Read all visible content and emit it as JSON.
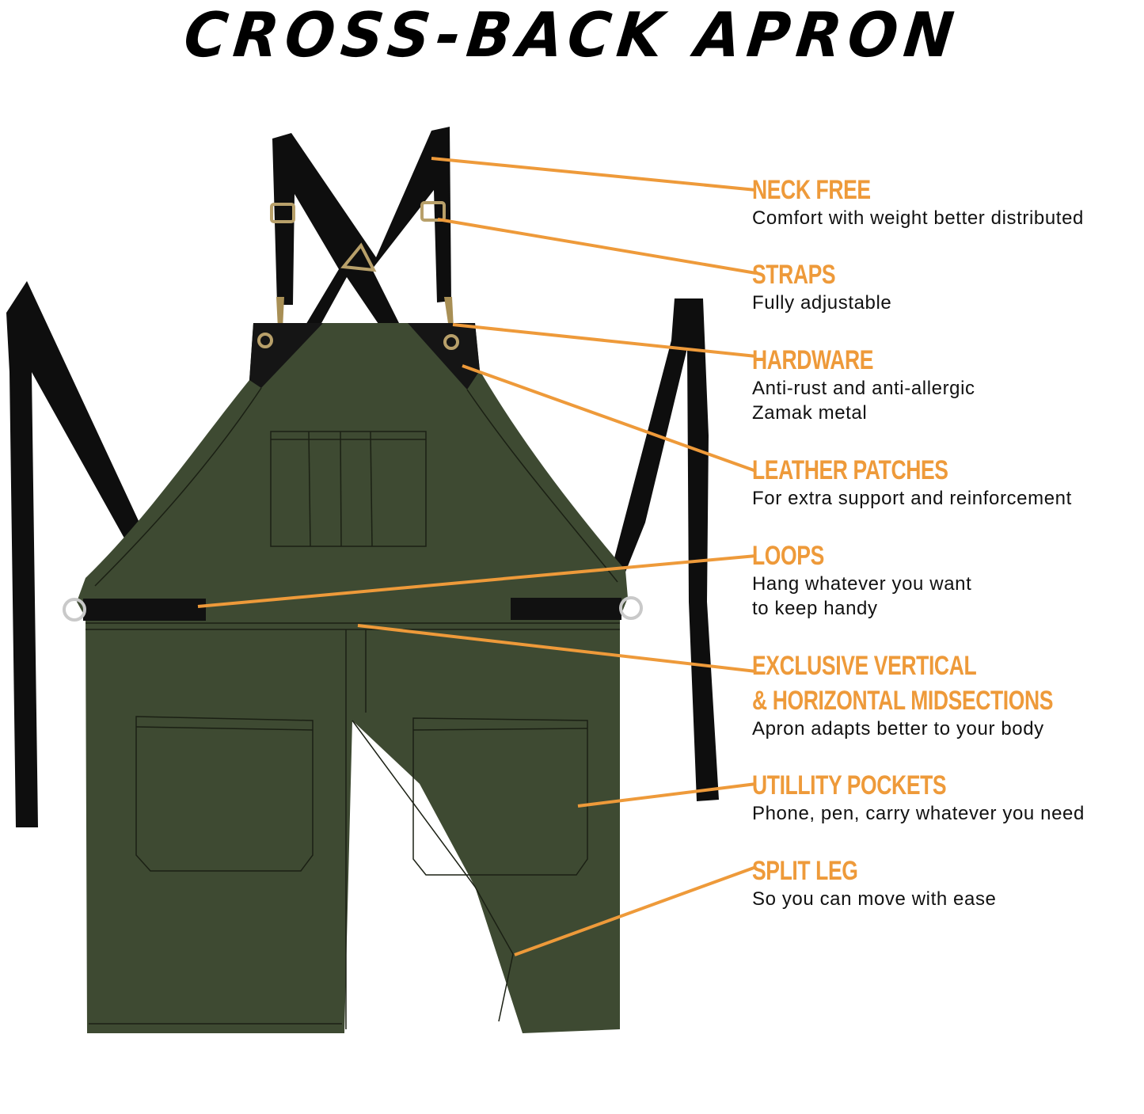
{
  "title": "CROSS-BACK APRON",
  "colors": {
    "accent_orange": "#EE9A3A",
    "apron_green": "#3E4A32",
    "strap_black": "#0E0E0E",
    "hardware_brass": "#B8A06A",
    "text_dark": "#111111"
  },
  "features": [
    {
      "heading": "NECK FREE",
      "lines": [
        "Comfort with weight better distributed"
      ]
    },
    {
      "heading": "STRAPS",
      "lines": [
        "Fully adjustable"
      ]
    },
    {
      "heading": "HARDWARE",
      "lines": [
        "Anti-rust and anti-allergic",
        "Zamak metal"
      ]
    },
    {
      "heading": "LEATHER PATCHES",
      "lines": [
        "For extra support and reinforcement"
      ]
    },
    {
      "heading": "LOOPS",
      "lines": [
        "Hang whatever you want",
        "to keep handy"
      ]
    },
    {
      "heading_lines": [
        "EXCLUSIVE VERTICAL",
        "& HORIZONTAL MIDSECTIONS"
      ],
      "lines": [
        "Apron adapts better to your body"
      ]
    },
    {
      "heading": "UTILLITY POCKETS",
      "lines": [
        "Phone, pen, carry whatever you need"
      ]
    },
    {
      "heading": "SPLIT LEG",
      "lines": [
        "So you can move with ease"
      ]
    }
  ]
}
